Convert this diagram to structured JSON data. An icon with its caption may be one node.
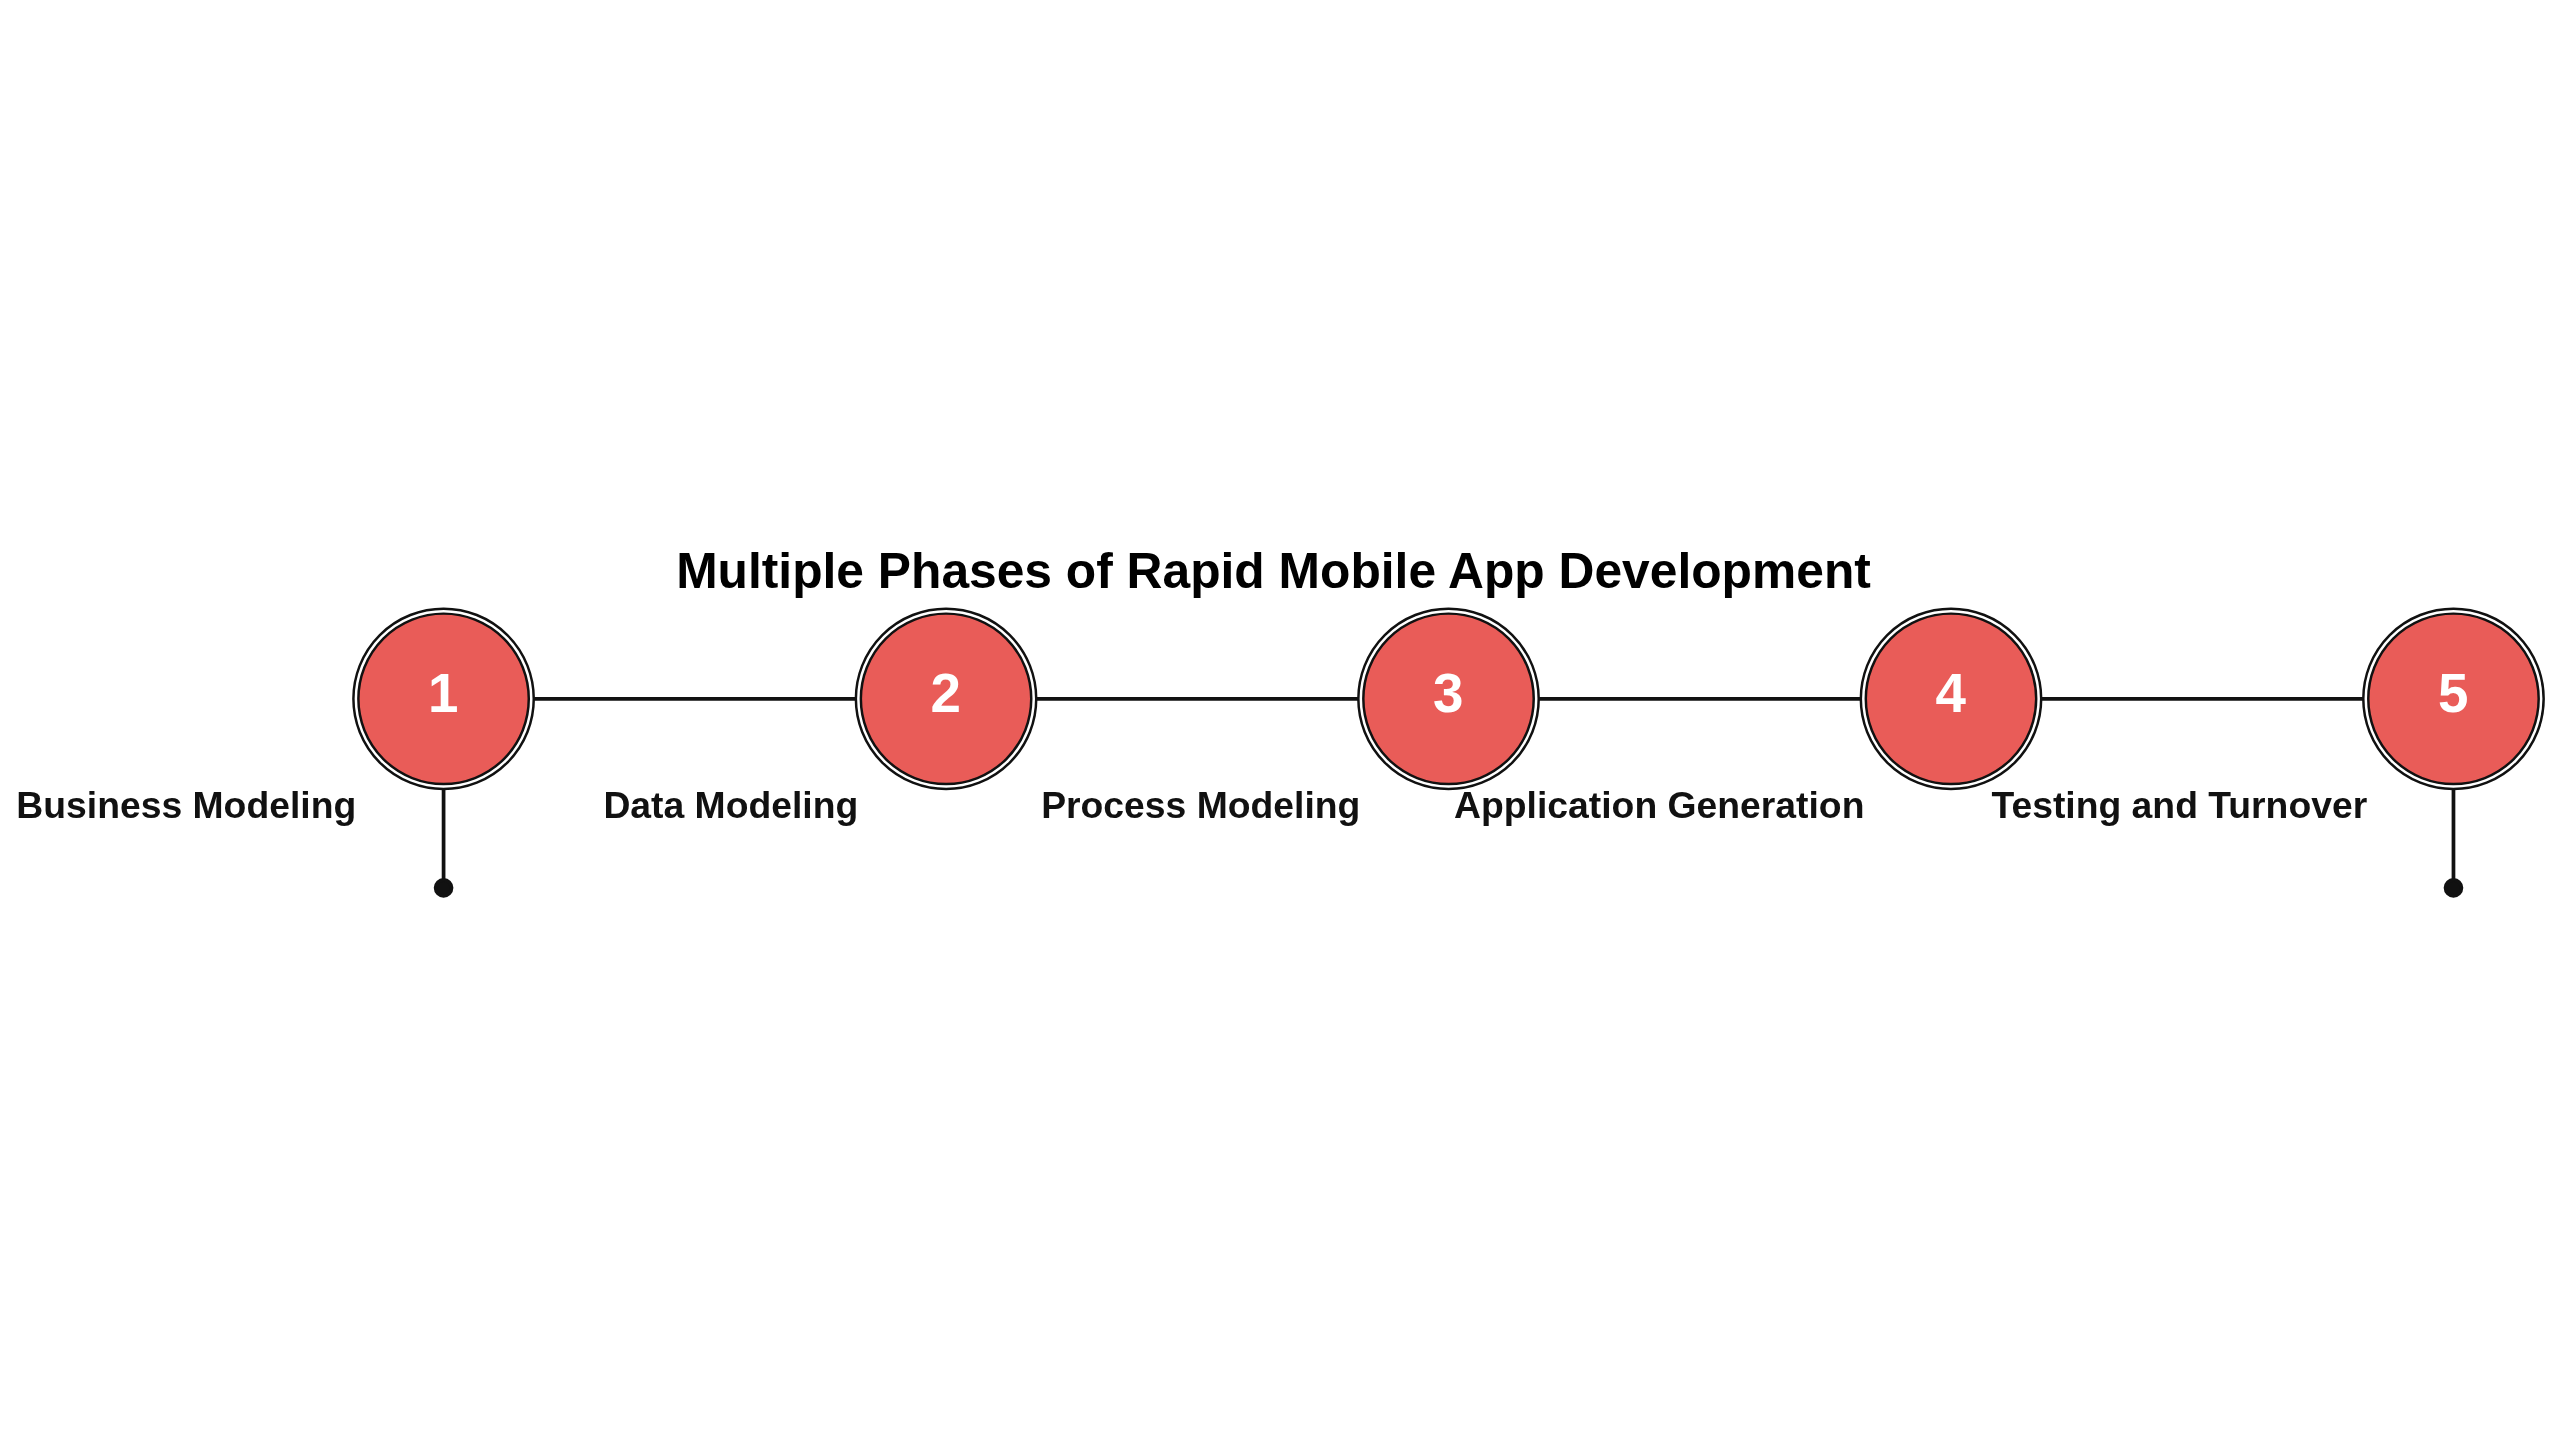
{
  "diagram": {
    "title": "Multiple Phases of Rapid Mobile App Development",
    "nodes": [
      {
        "text": [
          "1"
        ],
        "beside": [
          "Business Modeling"
        ]
      },
      {
        "text": [
          "2"
        ],
        "beside": [
          "Data Modeling"
        ]
      },
      {
        "text": [
          "3"
        ],
        "beside": [
          "Process Modeling"
        ]
      },
      {
        "text": [
          "4"
        ],
        "beside": [
          "Application Generation"
        ]
      },
      {
        "text": [
          "5"
        ],
        "beside": [
          "Testing and Turnover"
        ]
      }
    ],
    "edges": [
      {
        "from": 0,
        "to": null,
        "arrow": "other"
      },
      {
        "from": 0,
        "to": 1,
        "arrow": "none"
      },
      {
        "from": 1,
        "to": 2,
        "arrow": "none"
      },
      {
        "from": 2,
        "to": 3,
        "arrow": "none"
      },
      {
        "from": 3,
        "to": 4,
        "arrow": "none"
      },
      {
        "from": 4,
        "to": null,
        "arrow": "other"
      }
    ]
  }
}
